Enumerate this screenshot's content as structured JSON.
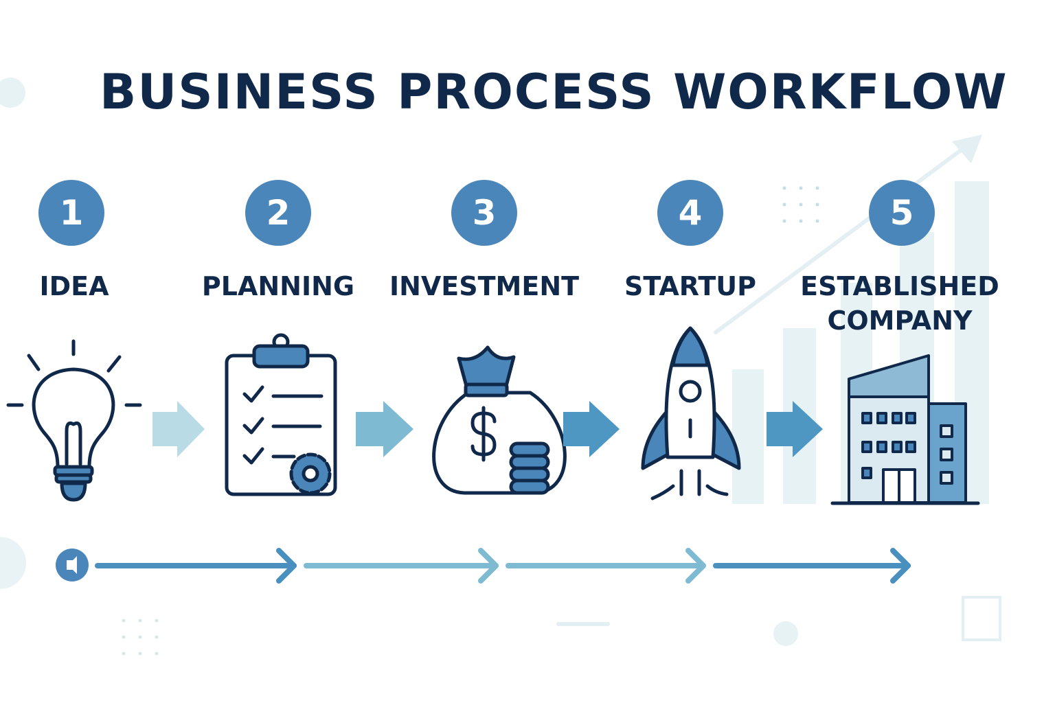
{
  "title": "BUSINESS PROCESS WORKFLOW",
  "colors": {
    "navy": "#10294a",
    "badge": "#4a86b9",
    "accent": "#5a9fc8",
    "light_accent": "#a8d3e0",
    "background_shapes": "#e6f2f4"
  },
  "steps": [
    {
      "number": "1",
      "label": "IDEA",
      "icon": "lightbulb-icon"
    },
    {
      "number": "2",
      "label": "PLANNING",
      "icon": "clipboard-checklist-icon"
    },
    {
      "number": "3",
      "label": "INVESTMENT",
      "icon": "money-bag-icon"
    },
    {
      "number": "4",
      "label": "STARTUP",
      "icon": "rocket-icon"
    },
    {
      "number": "5",
      "label": "ESTABLISHED\nCOMPANY",
      "icon": "office-building-icon"
    }
  ]
}
